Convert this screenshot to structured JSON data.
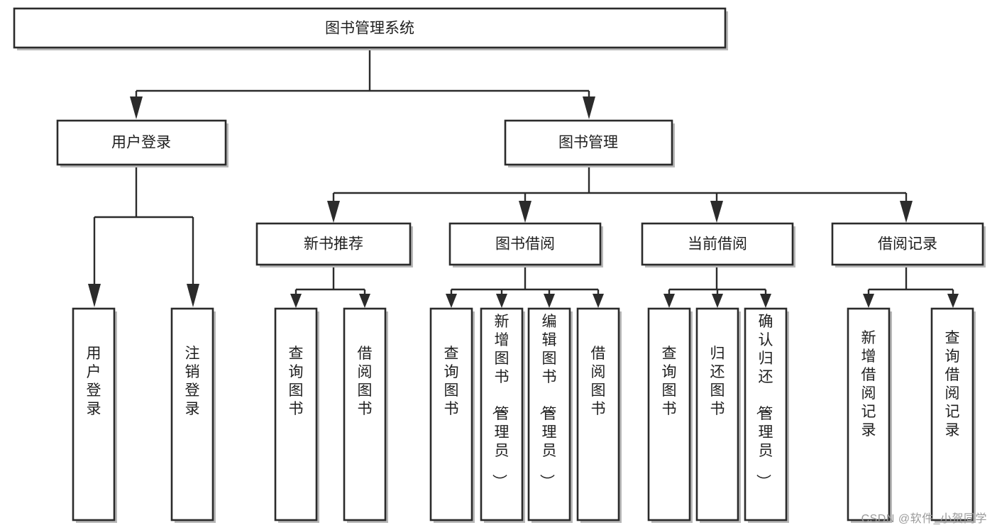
{
  "diagram": {
    "title": "图书管理系统",
    "type": "tree",
    "watermark": "CSDN @软件_小贺同学",
    "colors": {
      "box_stroke": "#2b2b2b",
      "box_fill": "#ffffff",
      "connector": "#2b2b2b",
      "shadow": "#b8b8b8",
      "text": "#1f1f1f",
      "watermark": "#9a9a9a",
      "background": "#ffffff"
    },
    "root": {
      "id": "root",
      "label": "图书管理系统",
      "orientation": "horizontal"
    },
    "level2": [
      {
        "id": "user-login",
        "label": "用户登录",
        "orientation": "horizontal"
      },
      {
        "id": "book-management",
        "label": "图书管理",
        "orientation": "horizontal"
      }
    ],
    "level3": [
      {
        "id": "new-book-recommend",
        "label": "新书推荐",
        "orientation": "horizontal",
        "parent": "book-management"
      },
      {
        "id": "book-borrow",
        "label": "图书借阅",
        "orientation": "horizontal",
        "parent": "book-management"
      },
      {
        "id": "current-borrow",
        "label": "当前借阅",
        "orientation": "horizontal",
        "parent": "book-management"
      },
      {
        "id": "borrow-record",
        "label": "借阅记录",
        "orientation": "horizontal",
        "parent": "book-management"
      }
    ],
    "leaves": [
      {
        "id": "leaf-user-login",
        "label": "用户登录",
        "orientation": "vertical",
        "parent": "user-login"
      },
      {
        "id": "leaf-logout-login",
        "label": "注销登录",
        "orientation": "vertical",
        "parent": "user-login"
      },
      {
        "id": "leaf-query-book-1",
        "label": "查询图书",
        "orientation": "vertical",
        "parent": "new-book-recommend"
      },
      {
        "id": "leaf-borrow-book-1",
        "label": "借阅图书",
        "orientation": "vertical",
        "parent": "new-book-recommend"
      },
      {
        "id": "leaf-query-book-2",
        "label": "查询图书",
        "orientation": "vertical",
        "parent": "book-borrow"
      },
      {
        "id": "leaf-add-book",
        "label": "新增图书（管理员）",
        "orientation": "vertical",
        "parent": "book-borrow"
      },
      {
        "id": "leaf-edit-book",
        "label": "编辑图书（管理员）",
        "orientation": "vertical",
        "parent": "book-borrow"
      },
      {
        "id": "leaf-borrow-book-2",
        "label": "借阅图书",
        "orientation": "vertical",
        "parent": "book-borrow"
      },
      {
        "id": "leaf-query-book-3",
        "label": "查询图书",
        "orientation": "vertical",
        "parent": "current-borrow"
      },
      {
        "id": "leaf-return-book",
        "label": "归还图书",
        "orientation": "vertical",
        "parent": "current-borrow"
      },
      {
        "id": "leaf-confirm-return",
        "label": "确认归还（管理员）",
        "orientation": "vertical",
        "parent": "current-borrow"
      },
      {
        "id": "leaf-add-borrow-record",
        "label": "新增借阅记录",
        "orientation": "vertical",
        "parent": "borrow-record"
      },
      {
        "id": "leaf-query-borrow-record",
        "label": "查询借阅记录",
        "orientation": "vertical",
        "parent": "borrow-record"
      }
    ]
  }
}
